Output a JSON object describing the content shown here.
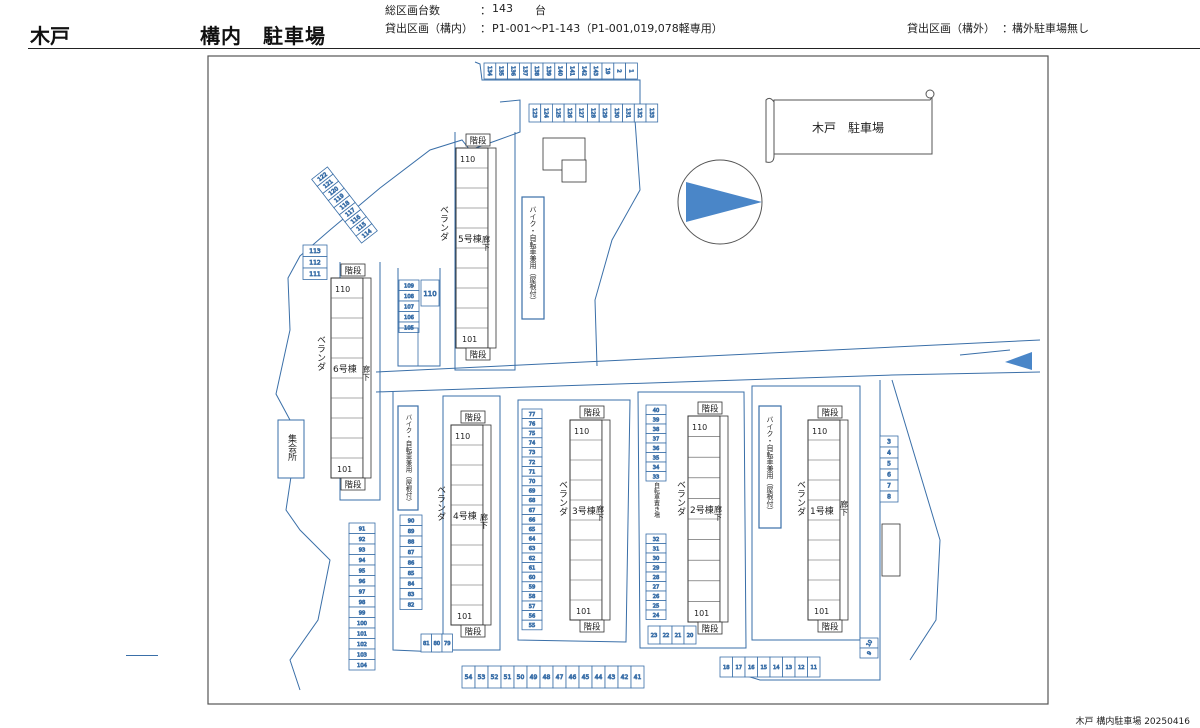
{
  "header": {
    "site_name": "木戸",
    "lot_title": "構内　駐車場",
    "total_label": "総区画台数",
    "total_colon": "：",
    "total_value": "143",
    "total_unit": "台",
    "inner_label": "貸出区画（構内）",
    "inner_colon": "：",
    "inner_value": "P1-001～P1-143（P1-001,019,078軽専用）",
    "outer_label": "貸出区画（構外）",
    "outer_colon": "：",
    "outer_value": "構外駐車場無し"
  },
  "footer": "木戸 構内駐車場 20250416",
  "colors": {
    "line": "#3a6fa8",
    "dark": "#333333",
    "arrow": "#4a86c8"
  },
  "map": {
    "banner": "木戸　駐車場",
    "community_hall": "集会所",
    "bike_parking": "バイク・自転車兼用（屋根付）",
    "bike_unroofed": "自転車置き場",
    "veranda": "ベランダ",
    "corridor": "廊下",
    "stairs": "階段",
    "buildings": [
      {
        "name": "1号棟",
        "top_unit": "110",
        "bottom_unit": "101"
      },
      {
        "name": "2号棟",
        "top_unit": "110",
        "bottom_unit": "101"
      },
      {
        "name": "3号棟",
        "top_unit": "110",
        "bottom_unit": "101"
      },
      {
        "name": "4号棟",
        "top_unit": "110",
        "bottom_unit": "101"
      },
      {
        "name": "5号棟",
        "top_unit": "110",
        "bottom_unit": "101"
      },
      {
        "name": "6号棟",
        "top_unit": "110",
        "bottom_unit": "101"
      }
    ],
    "spaces": {
      "top_row": [
        "134",
        "135",
        "136",
        "137",
        "138",
        "139",
        "140",
        "141",
        "142",
        "143",
        "19",
        "2",
        "1"
      ],
      "second_row": [
        "123",
        "124",
        "125",
        "126",
        "127",
        "128",
        "129",
        "130",
        "131",
        "132",
        "133"
      ],
      "diagonal": [
        "122",
        "121",
        "120",
        "119",
        "118",
        "117",
        "116",
        "115",
        "114"
      ],
      "left_small": [
        "113",
        "112",
        "111"
      ],
      "mid_small": [
        "109",
        "108",
        "107",
        "106",
        "105"
      ],
      "mid_single": "110",
      "left_column": [
        "91",
        "92",
        "93",
        "94",
        "95",
        "96",
        "97",
        "98",
        "99",
        "100",
        "101",
        "102",
        "103",
        "104"
      ],
      "b4_column": [
        "90",
        "89",
        "88",
        "87",
        "86",
        "85",
        "84",
        "83",
        "82"
      ],
      "b4_bottom": [
        "81",
        "80",
        "79"
      ],
      "col_77_55": [
        "77",
        "76",
        "75",
        "74",
        "73",
        "72",
        "71",
        "70",
        "69",
        "68",
        "67",
        "66",
        "65",
        "64",
        "63",
        "62",
        "61",
        "60",
        "59",
        "58",
        "57",
        "56",
        "55"
      ],
      "col_40_33": [
        "40",
        "39",
        "38",
        "37",
        "36",
        "35",
        "34",
        "33"
      ],
      "col_32_24": [
        "32",
        "31",
        "30",
        "29",
        "28",
        "27",
        "26",
        "25",
        "24"
      ],
      "b2_bottom": [
        "23",
        "22",
        "21",
        "20"
      ],
      "bottom_row": [
        "54",
        "53",
        "52",
        "51",
        "50",
        "49",
        "48",
        "47",
        "46",
        "45",
        "44",
        "43",
        "42",
        "41"
      ],
      "bottom_right_row": [
        "18",
        "17",
        "16",
        "15",
        "14",
        "13",
        "12",
        "11"
      ],
      "right_column": [
        "3",
        "4",
        "5",
        "6",
        "7",
        "8"
      ],
      "corner": [
        "10",
        "9"
      ]
    }
  }
}
